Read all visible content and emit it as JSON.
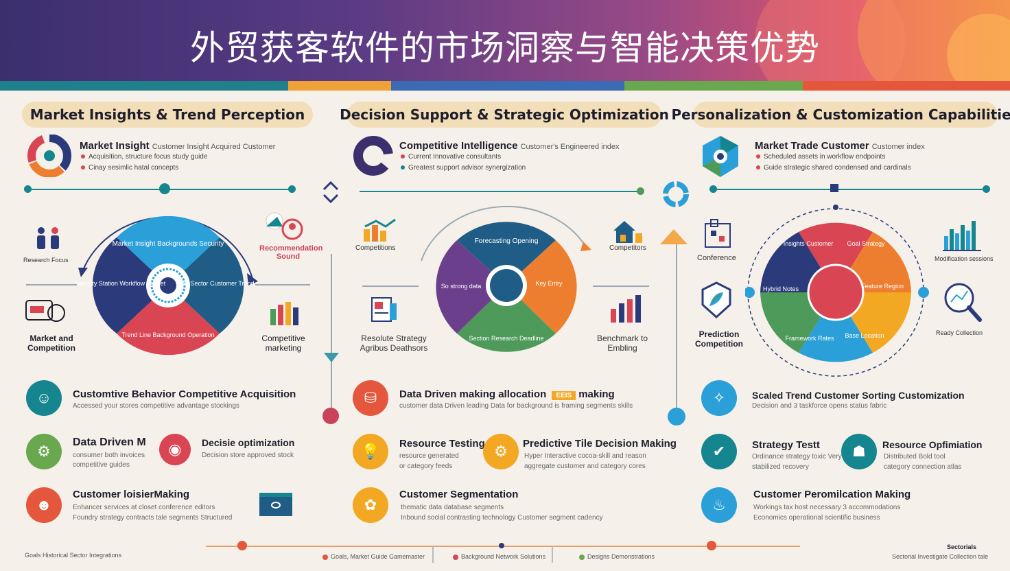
{
  "title": "外贸获客软件的市场洞察与智能决策优势",
  "columns": [
    {
      "header": "Market Insights & Trend Perception",
      "top_title": "Market Insight",
      "top_sub": "Customer Insight Acquired Customer",
      "bullets": [
        "Acquisition, structure focus study guide",
        "Cinay sesimlic hatal concepts"
      ],
      "wheel": [
        "Market Insight Backgrounds Security",
        "Security Station Workflow Market",
        "Key Sector Customer Trend",
        "Trend Line Background Operation"
      ],
      "left_top": "Research Focus",
      "left_bottom": "Market and Competition",
      "right_top": "Recommendation Sound",
      "right_bottom": "Competitive marketing",
      "features": [
        {
          "title": "Customtive Behavior Competitive Acquisition",
          "desc": [
            "Accessed your stores competitive advantage stockings"
          ]
        },
        {
          "title": "Data Driven M",
          "desc": [
            "consumer both invoices",
            "competitive guides"
          ]
        },
        {
          "title": "Decisie optimization",
          "desc": [
            "Decision store approved stock"
          ]
        },
        {
          "title": "Customer loisierMaking",
          "desc": [
            "Enhancer services at closet conference editors",
            "Foundry strategy contracts tale segments Structured"
          ]
        }
      ]
    },
    {
      "header": "Decision Support & Strategic Optimization",
      "top_title": "Competitive Intelligence",
      "top_sub": "Customer's Engineered index",
      "bullets": [
        "Current Innovative consultants",
        "Greatest support advisor synergization"
      ],
      "wheel": [
        "Forecasting Opening",
        "Key Entry",
        "Section Research Deadline",
        "So strong data"
      ],
      "left_top": "Competitions",
      "left_bottom": "Resolute Strategy Agribus Deathsors",
      "right_top": "Competitors",
      "right_bottom": "Benchmark to Embling",
      "features": [
        {
          "title": "Data Driven making allocation",
          "badge": "EEIS",
          "title_tail": "making",
          "desc": [
            "customer data Driven leading Data for background is framing segments skills"
          ]
        },
        {
          "title": "Resource Testing",
          "desc": [
            "resource generated",
            "or category feeds"
          ]
        },
        {
          "title": "Predictive Tile Decision Making",
          "desc": [
            "Hyper Interactive cocoa-skill and reason",
            "aggregate customer and category cores"
          ]
        },
        {
          "title": "Customer Segmentation",
          "desc": [
            "thematic data database segments",
            "Inbound social contrasting technology Customer segment cadency"
          ]
        }
      ]
    },
    {
      "header": "Personalization & Customization Capabilities",
      "top_title": "Market Trade Customer",
      "top_sub": "Customer index",
      "bullets": [
        "Scheduled assets in workflow endpoints",
        "Guide strategic shared condensed and cardinals"
      ],
      "wheel": [
        "Insights Customer",
        "Goal Strategy",
        "Feature Region",
        "Base Location",
        "Framework Rates",
        "Hybrid Notes"
      ],
      "left_top": "Conference",
      "left_bottom": "Prediction Competition",
      "right_top": "Modification sessions",
      "right_bottom": "Ready Collection",
      "features": [
        {
          "title": "Scaled Trend Customer Sorting Customization",
          "desc": [
            "Decision and 3 taskforce opens status fabric"
          ]
        },
        {
          "title": "Strategy Testt",
          "desc": [
            "Ordinance strategy toxic Very",
            "stabilized recovery"
          ]
        },
        {
          "title": "Resource Opfimiation",
          "desc": [
            "Distributed Bold tool",
            "category connection atlas"
          ]
        },
        {
          "title": "Customer Peromilcation Making",
          "desc": [
            "Workings tax host necessary 3 accommodations",
            "Economics operational scientific business"
          ]
        }
      ]
    }
  ],
  "footer": {
    "left": "Goals  Historical Sector Integrations",
    "labels": [
      "Goals, Market Guide Gamemaster",
      "Background Network Solutions",
      "Designs Demonstrations"
    ],
    "right_top": "Sectorials",
    "right_bottom": "Sectorial Investigate Collection tale"
  },
  "colors": {
    "teal": "#15858f",
    "navy": "#2b3a7a",
    "red": "#d94552",
    "orange": "#ee7e2f",
    "purple": "#6b3f8c",
    "green": "#4e9a5a",
    "blue": "#2a9fd8",
    "yellow": "#f3a823"
  }
}
